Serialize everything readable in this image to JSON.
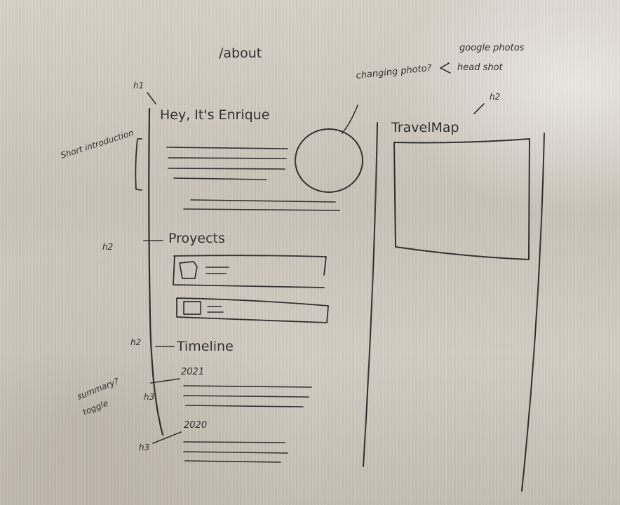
{
  "page": {
    "route": "/about"
  },
  "annotations": {
    "h1": "h1",
    "short_intro": "Short introduction",
    "changing_photo": "changing photo?",
    "google_photos": "google photos",
    "head_shot": "head shot",
    "h2_travel": "h2",
    "h2_projects": "h2",
    "h2_timeline": "h2",
    "summary_toggle_1": "summary?",
    "summary_toggle_2": "toggle",
    "h3_2021": "h3",
    "h3_2020": "h3"
  },
  "intro": {
    "heading": "Hey, It's Enrique"
  },
  "projects": {
    "heading": "Proyects"
  },
  "timeline": {
    "heading": "Timeline",
    "years": [
      "2021",
      "2020"
    ]
  },
  "travel": {
    "heading": "TravelMap"
  }
}
